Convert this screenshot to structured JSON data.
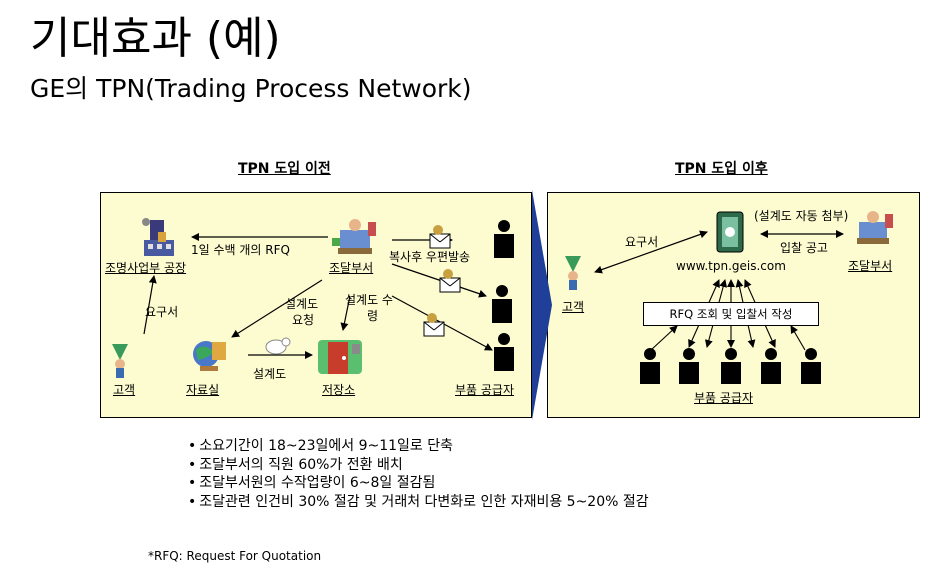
{
  "title": "기대효과 (예)",
  "subtitle": "GE의 TPN(Trading Process Network)",
  "before": {
    "heading": "TPN 도입 이전",
    "factory": "조명사업부 공장",
    "purchasing": "조달부서",
    "customer": "고객",
    "archive": "자료실",
    "storage": "저장소",
    "suppliers": "부품 공급자",
    "edge_rfq": "1일 수백 개의 RFQ",
    "edge_request": "요구서",
    "edge_copy_mail": "복사후 우편발송",
    "edge_design_request_1": "설계도",
    "edge_design_request_2": "요청",
    "edge_design_receive_1": "설계도 수",
    "edge_design_receive_2": "령",
    "edge_design": "설계도"
  },
  "after": {
    "heading": "TPN 도입 이후",
    "auto_attach": "(설계도 자동 첨부)",
    "request": "요구서",
    "bid_notice": "입찰 공고",
    "url": "www.tpn.geis.com",
    "purchasing": "조달부서",
    "customer": "고객",
    "rfq_box": "RFQ 조회 및 입찰서 작성",
    "suppliers": "부품 공급자"
  },
  "bullets": [
    "소요기간이 18~23일에서 9~11일로 단축",
    "조달부서의 직원 60%가 전환 배치",
    "조달부서원의 수작업량이 6~8일 절감됨",
    "조달관련 인건비 30% 절감 및 거래처 다변화로 인한 자재비용 5~20% 절감"
  ],
  "footnote": "*RFQ: Request For Quotation",
  "colors": {
    "panel": "#fdfbd0",
    "arrow_blue": "#1f3f99"
  }
}
